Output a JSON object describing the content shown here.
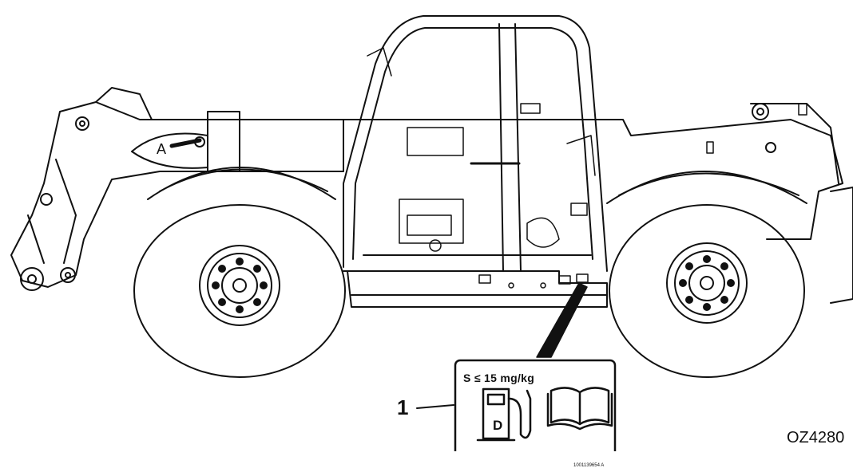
{
  "figure": {
    "code": "OZ4280",
    "arm_label": "A"
  },
  "callout": {
    "number": "1"
  },
  "decal": {
    "sulfur_text": "S ≤ 15 mg/kg",
    "pump_letter": "D",
    "part_number": "1001139654 A",
    "icons": [
      "fuel-pump-icon",
      "manual-book-icon"
    ]
  }
}
